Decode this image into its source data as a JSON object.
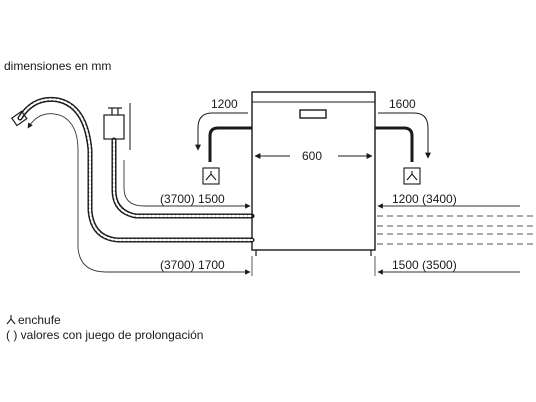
{
  "units_caption": "dimensiones en mm",
  "dimensions": {
    "left_top": "1200",
    "right_top": "1600",
    "width": "600",
    "left_hose_upper": "(3700) 1500",
    "right_hose_upper": "1200 (3400)",
    "left_hose_lower": "(3700) 1700",
    "right_hose_lower": "1500 (3500)"
  },
  "legend": {
    "plug": "enchufe",
    "extension": "( ) valores con juego de prolongación"
  },
  "colors": {
    "line": "#1a1a1a",
    "thin": "#333333",
    "dashed": "#555555"
  },
  "icons": [
    "plug-icon",
    "hose-icon",
    "dishwasher-icon"
  ]
}
